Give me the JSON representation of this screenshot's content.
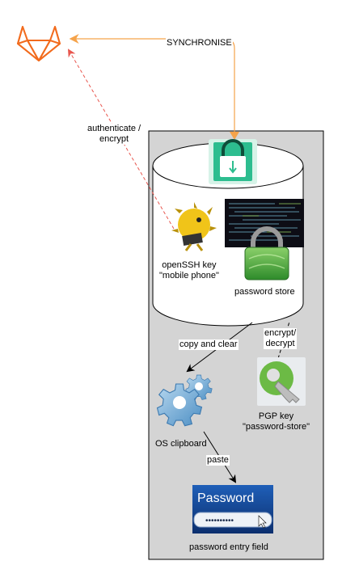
{
  "labels": {
    "synchronise": "SYNCHRONISE",
    "authenticate": "authenticate /\nencrypt",
    "openssh_key": "openSSH key\n\"mobile phone\"",
    "password_store": "password store",
    "copy_and_clear": "copy and clear",
    "encrypt_decrypt": "encrypt/\ndecrypt",
    "pgp_key": "PGP key\n\"password-store\"",
    "os_clipboard": "OS clipboard",
    "paste": "paste",
    "password_entry_field": "password entry field"
  },
  "images": {
    "password_screen_text": "Password",
    "password_dots": "••••••••••"
  },
  "colors": {
    "sync_line": "#f5a34a",
    "auth_line": "#e8564e",
    "device_fill": "#d4d4d4",
    "gitlab_orange": "#f26b1d",
    "app_green": "#2dbd8f",
    "gear_blue": "#7aaed4",
    "lock_green": "#4caf3a",
    "pgp_green": "#6cba45"
  },
  "icons": [
    "gitlab-fox-icon",
    "password-store-app-icon",
    "openssh-blowfish-icon",
    "terminal-screen-icon",
    "padlock-icon",
    "pgp-key-icon",
    "gears-icon",
    "password-field-icon"
  ]
}
